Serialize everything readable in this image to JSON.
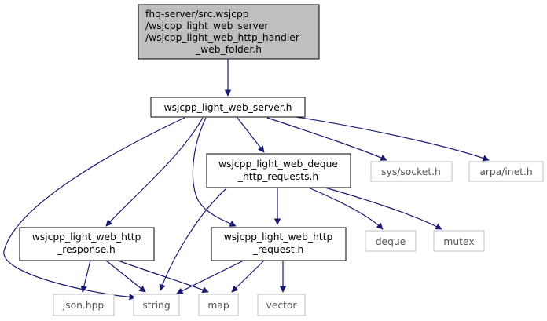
{
  "root": {
    "lines": [
      "fhq-server/src.wsjcpp",
      "/wsjcpp_light_web_server",
      "/wsjcpp_light_web_http_handler",
      "_web_folder.h"
    ]
  },
  "nodes": {
    "server": {
      "lines": [
        "wsjcpp_light_web_server.h"
      ]
    },
    "deque_req": {
      "lines": [
        "wsjcpp_light_web_deque",
        "_http_requests.h"
      ]
    },
    "socket": {
      "lines": [
        "sys/socket.h"
      ]
    },
    "inet": {
      "lines": [
        "arpa/inet.h"
      ]
    },
    "response": {
      "lines": [
        "wsjcpp_light_web_http",
        "_response.h"
      ]
    },
    "request": {
      "lines": [
        "wsjcpp_light_web_http",
        "_request.h"
      ]
    },
    "deque": {
      "lines": [
        "deque"
      ]
    },
    "mutex": {
      "lines": [
        "mutex"
      ]
    },
    "json": {
      "lines": [
        "json.hpp"
      ]
    },
    "string": {
      "lines": [
        "string"
      ]
    },
    "map": {
      "lines": [
        "map"
      ]
    },
    "vector": {
      "lines": [
        "vector"
      ]
    }
  },
  "colors": {
    "edge": "#191970",
    "root_fill": "#bfbfbf",
    "node_border": "#000000",
    "system_border": "#bfbfbf",
    "system_text": "#555555"
  }
}
